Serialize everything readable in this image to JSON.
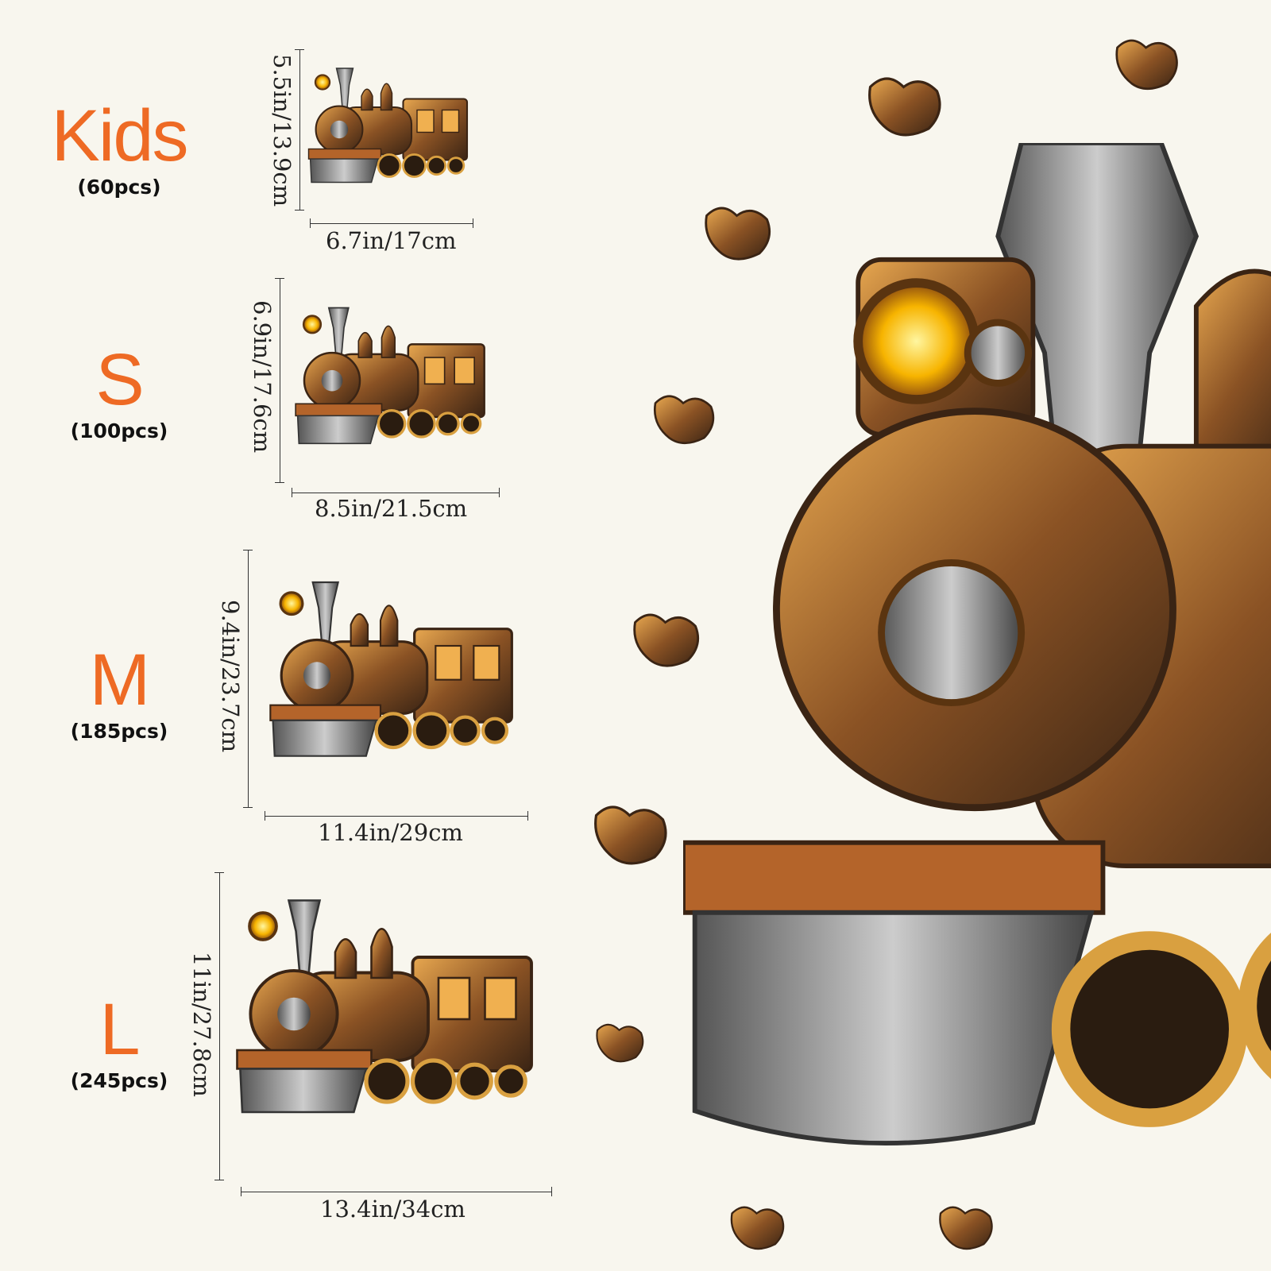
{
  "colors": {
    "accent": "#ee6a24",
    "background": "#f8f6ee",
    "text": "#222222"
  },
  "sizes": [
    {
      "label": "Kids",
      "pieces": "(60pcs)",
      "height": "5.5in/13.9cm",
      "width": "6.7in/17cm"
    },
    {
      "label": "S",
      "pieces": "(100pcs)",
      "height": "6.9in/17.6cm",
      "width": "8.5in/21.5cm"
    },
    {
      "label": "M",
      "pieces": "(185pcs)",
      "height": "9.4in/23.7cm",
      "width": "11.4in/29cm"
    },
    {
      "label": "L",
      "pieces": "(245pcs)",
      "height": "11in/27.8cm",
      "width": "13.4in/34cm"
    }
  ]
}
